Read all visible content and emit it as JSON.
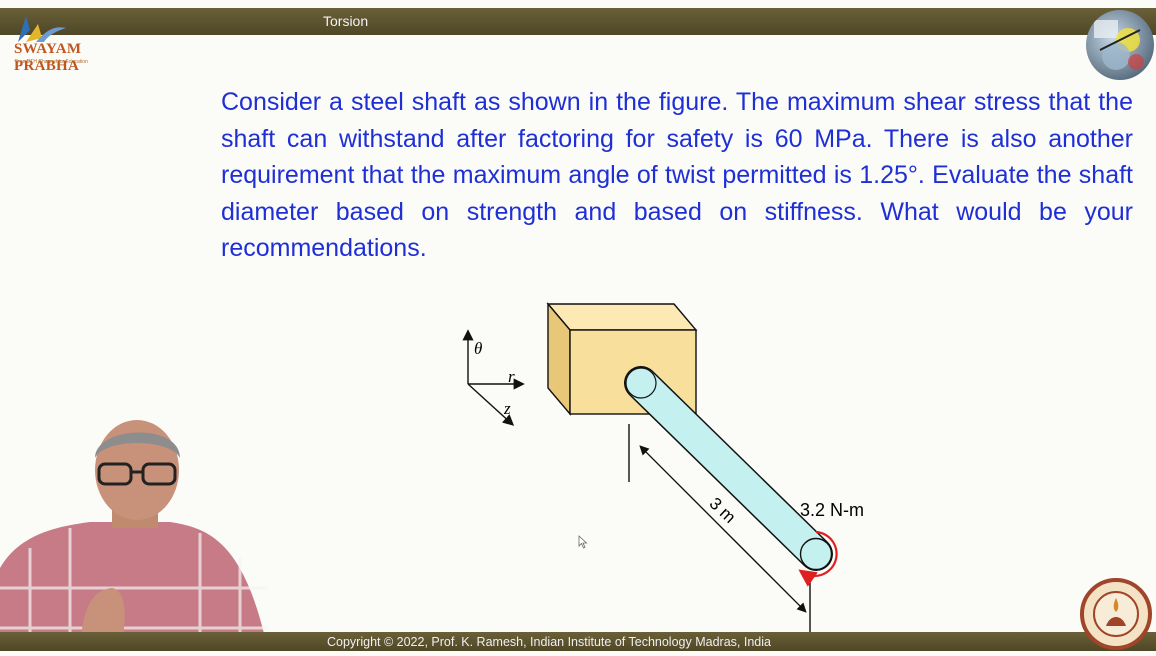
{
  "header": {
    "title": "Torsion",
    "logo_brand": "SWAYAM PRABHA",
    "logo_tagline": "Free DTH Channel for Education"
  },
  "slide": {
    "problem_text": "Consider a steel shaft as shown in the figure. The maximum shear stress that the shaft can withstand after factoring for safety is 60 MPa. There is also another requirement that the maximum angle of twist permitted is 1.25°.  Evaluate the shaft diameter based on strength and based on stiffness. What would be your recommendations."
  },
  "figure": {
    "axis_theta": "θ",
    "axis_r": "r",
    "axis_z": "z",
    "length_label": "3 m",
    "torque_label": "3.2 N-m"
  },
  "footer": {
    "copyright": "Copyright © 2022, Prof. K. Ramesh, Indian Institute of Technology Madras, India"
  },
  "colors": {
    "text_blue": "#1f2fd6",
    "bar": "#5a5130",
    "block": "#f8df9c",
    "shaft": "#c4f0f0",
    "torque_arrow": "#e02020"
  }
}
